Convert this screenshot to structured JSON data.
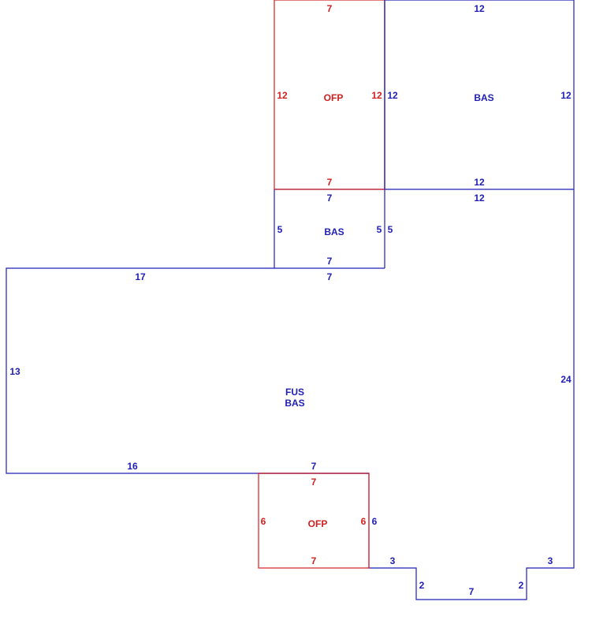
{
  "areas": {
    "ofp_top": "OFP",
    "bas_top_right": "BAS",
    "bas_middle": "BAS",
    "fus": "FUS",
    "bas_main": "BAS",
    "ofp_bottom": "OFP"
  },
  "dims": {
    "ofp_top_top": "7",
    "ofp_top_left": "12",
    "ofp_top_right": "12",
    "ofp_top_bottom": "7",
    "bas_tr_top": "12",
    "bas_tr_left": "12",
    "bas_tr_right": "12",
    "bas_tr_bottom": "12",
    "bas_mid_top": "7",
    "bas_mid_left": "5",
    "bas_mid_right": "5",
    "bas_mid_right_outer": "5",
    "bas_mid_bottom": "7",
    "main_top_right": "12",
    "main_top_left": "17",
    "main_top_mid": "7",
    "main_left": "13",
    "main_right": "24",
    "main_bottom_left": "16",
    "main_bottom_mid": "7",
    "ofp_bot_top": "7",
    "ofp_bot_left": "6",
    "ofp_bot_right": "6",
    "ofp_bot_right_outer": "6",
    "ofp_bot_bottom": "7",
    "step_left_h": "3",
    "step_right_h": "3",
    "step_left_v": "2",
    "step_right_v": "2",
    "bottom_base": "7"
  },
  "colors": {
    "bas_line": "#1e1eb4",
    "ofp_line": "#d21e1e"
  }
}
